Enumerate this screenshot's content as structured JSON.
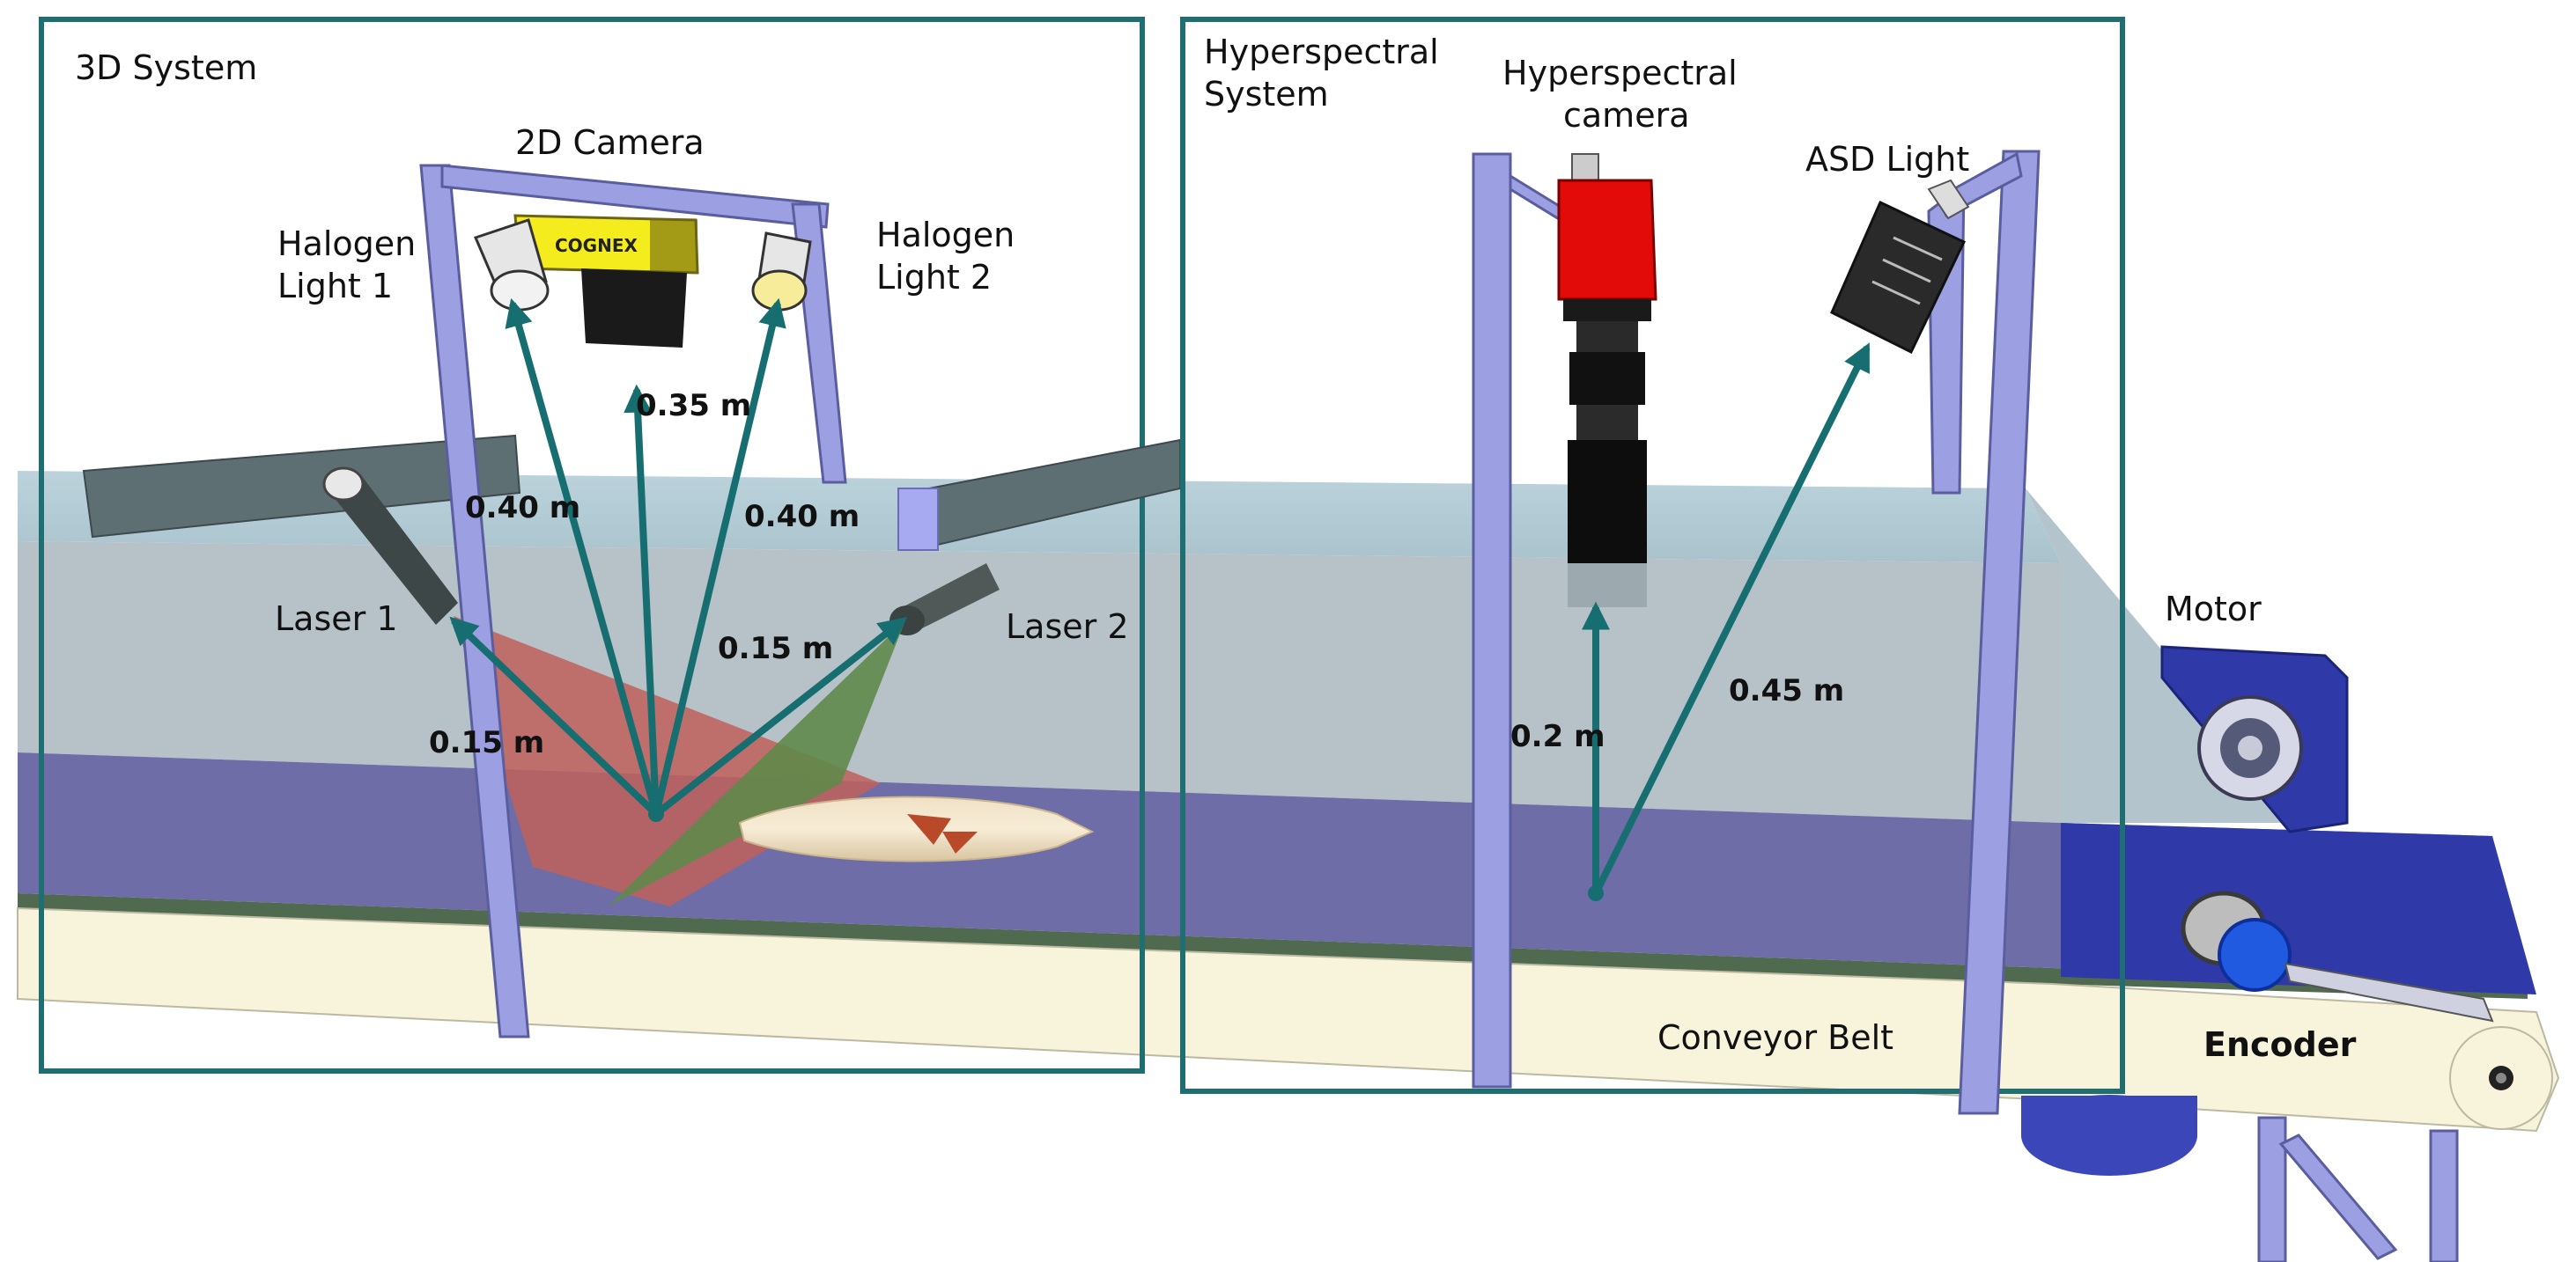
{
  "systems": {
    "three_d": {
      "title": "3D System"
    },
    "hyperspectral": {
      "title_line1": "Hyperspectral",
      "title_line2": "System"
    }
  },
  "components": {
    "camera_2d": "2D Camera",
    "camera_brand": "COGNEX",
    "halogen1_line1": "Halogen",
    "halogen1_line2": "Light 1",
    "halogen2_line1": "Halogen",
    "halogen2_line2": "Light 2",
    "laser1": "Laser 1",
    "laser2": "Laser 2",
    "hs_camera_line1": "Hyperspectral",
    "hs_camera_line2": "camera",
    "asd_light": "ASD Light",
    "motor": "Motor",
    "encoder": "Encoder",
    "conveyor": "Conveyor Belt"
  },
  "distances": {
    "camera_to_belt": "0.35 m",
    "halogen1_to_belt": "0.40 m",
    "halogen2_to_belt": "0.40 m",
    "laser1_to_belt": "0.15 m",
    "laser2_to_belt": "0.15 m",
    "hs_camera_to_belt": "0.2 m",
    "asd_light_to_belt": "0.45 m"
  },
  "colors": {
    "frame_box": "#1e6e72",
    "arrow": "#176e70",
    "frame_posts": "#9c9fe2",
    "belt": "#f8f4dc",
    "conveyor_surface": "#6e6da8",
    "side_panel": "#b7c1c8",
    "hs_camera_body": "#e30a0a",
    "cognex_body": "#f4ec1c",
    "laser_plane_1": "#c0605a",
    "laser_plane_2": "#5f8a4a"
  }
}
